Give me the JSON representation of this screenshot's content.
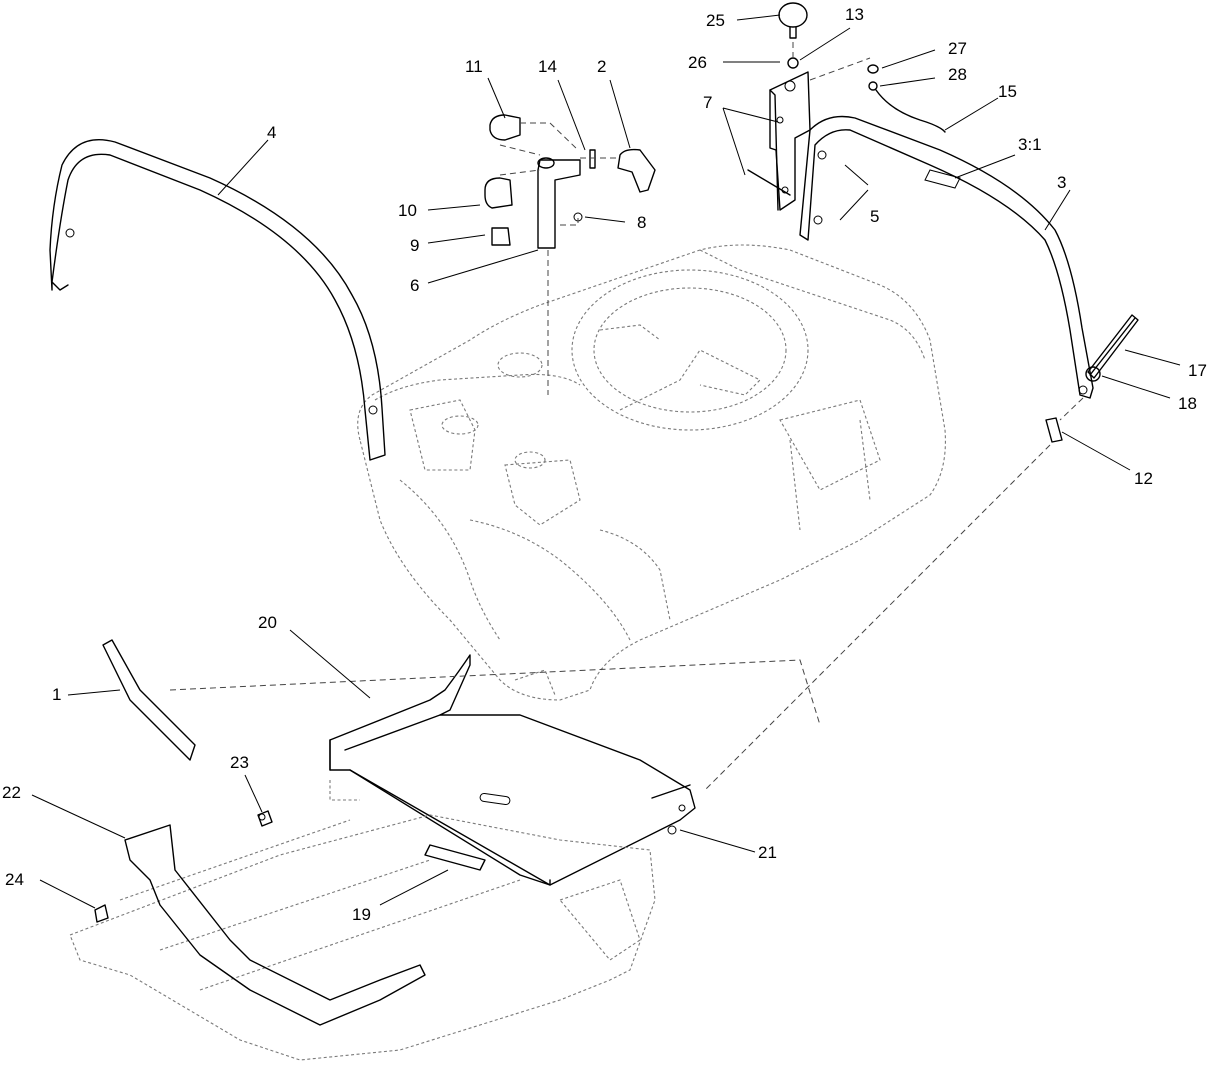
{
  "callouts": [
    {
      "id": "c25",
      "text": "25"
    },
    {
      "id": "c13",
      "text": "13"
    },
    {
      "id": "c27",
      "text": "27"
    },
    {
      "id": "c26",
      "text": "26"
    },
    {
      "id": "c28",
      "text": "28"
    },
    {
      "id": "c11",
      "text": "11"
    },
    {
      "id": "c14",
      "text": "14"
    },
    {
      "id": "c2",
      "text": "2"
    },
    {
      "id": "c7",
      "text": "7"
    },
    {
      "id": "c15",
      "text": "15"
    },
    {
      "id": "c4",
      "text": "4"
    },
    {
      "id": "c31",
      "text": "3:1"
    },
    {
      "id": "c10",
      "text": "10"
    },
    {
      "id": "c8",
      "text": "8"
    },
    {
      "id": "c5",
      "text": "5"
    },
    {
      "id": "c3",
      "text": "3"
    },
    {
      "id": "c9",
      "text": "9"
    },
    {
      "id": "c6",
      "text": "6"
    },
    {
      "id": "c17",
      "text": "17"
    },
    {
      "id": "c18",
      "text": "18"
    },
    {
      "id": "c12",
      "text": "12"
    },
    {
      "id": "c20",
      "text": "20"
    },
    {
      "id": "c1",
      "text": "1"
    },
    {
      "id": "c23",
      "text": "23"
    },
    {
      "id": "c22",
      "text": "22"
    },
    {
      "id": "c21",
      "text": "21"
    },
    {
      "id": "c24",
      "text": "24"
    },
    {
      "id": "c19",
      "text": "19"
    }
  ]
}
